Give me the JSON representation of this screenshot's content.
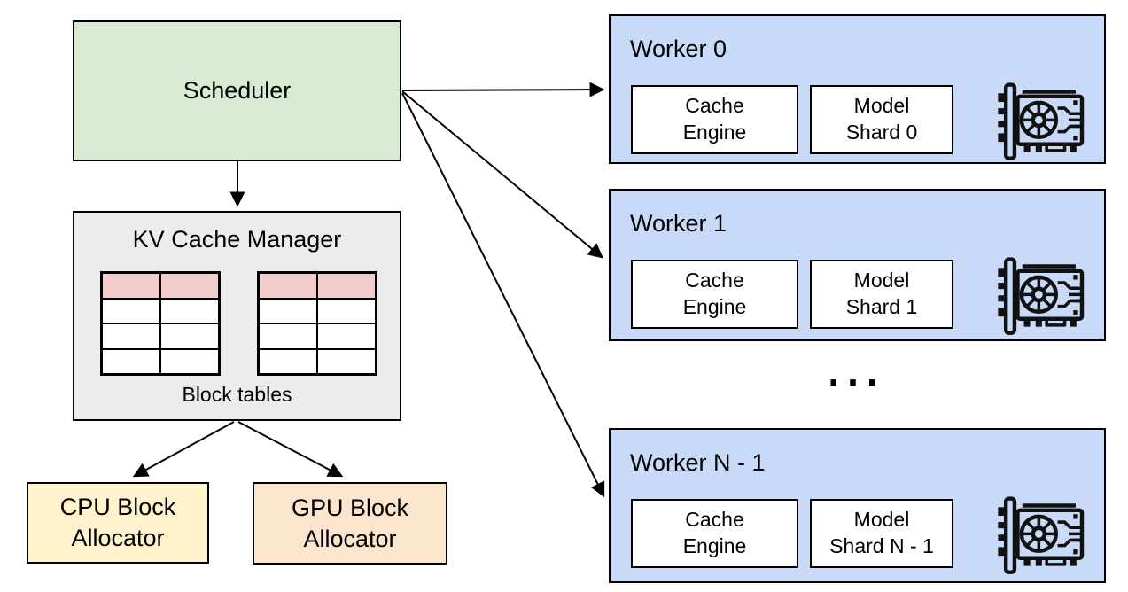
{
  "scheduler": {
    "label": "Scheduler"
  },
  "kv_cache_manager": {
    "title": "KV Cache Manager",
    "caption": "Block tables",
    "block_tables": {
      "count": 2,
      "rows": 4,
      "columns": 2,
      "highlighted_row": 1
    }
  },
  "allocators": {
    "cpu": {
      "label": "CPU Block\nAllocator"
    },
    "gpu": {
      "label": "GPU Block\nAllocator"
    }
  },
  "workers": [
    {
      "title": "Worker 0",
      "cache_engine_label": "Cache\nEngine",
      "model_shard_label": "Model\nShard 0",
      "gpu_icon": "gpu-card-icon"
    },
    {
      "title": "Worker 1",
      "cache_engine_label": "Cache\nEngine",
      "model_shard_label": "Model\nShard 1",
      "gpu_icon": "gpu-card-icon"
    },
    {
      "title": "Worker N - 1",
      "cache_engine_label": "Cache\nEngine",
      "model_shard_label": "Model\nShard N - 1",
      "gpu_icon": "gpu-card-icon"
    }
  ],
  "ellipsis": "...",
  "colors": {
    "scheduler_fill": "#d9ead3",
    "kv_manager_fill": "#ececec",
    "worker_fill": "#c9daf8",
    "cpu_allocator_fill": "#fff2cc",
    "gpu_allocator_fill": "#fce5cd",
    "block_table_header_fill": "#f4cccc",
    "box_border": "#000000"
  }
}
